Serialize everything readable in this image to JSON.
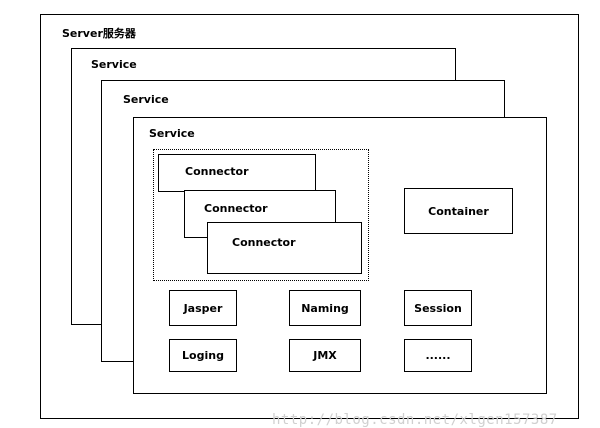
{
  "diagram": {
    "server": {
      "label": "Server服务器"
    },
    "services": [
      {
        "label": "Service"
      },
      {
        "label": "Service"
      },
      {
        "label": "Service"
      }
    ],
    "connectors": [
      {
        "label": "Connector"
      },
      {
        "label": "Connector"
      },
      {
        "label": "Connector"
      }
    ],
    "container": {
      "label": "Container"
    },
    "components": [
      {
        "label": "Jasper"
      },
      {
        "label": "Naming"
      },
      {
        "label": "Session"
      },
      {
        "label": "Loging"
      },
      {
        "label": "JMX"
      },
      {
        "label": "......"
      }
    ]
  },
  "watermark": {
    "text": "http://blog.csdn.net/xlgen157387"
  }
}
